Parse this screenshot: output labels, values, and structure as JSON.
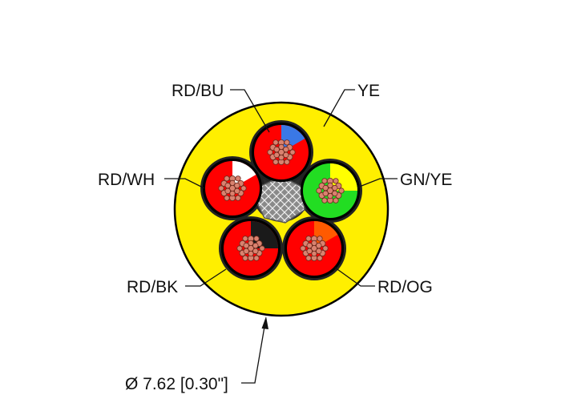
{
  "labels": {
    "jacket": "YE",
    "top_conductor": "RD/BU",
    "left_conductor": "RD/WH",
    "right_conductor": "GN/YE",
    "bottom_left_conductor": "RD/BK",
    "bottom_right_conductor": "RD/OG",
    "diameter": "Ø 7.62 [0.30\"]"
  },
  "colors": {
    "jacket": "#ffef00",
    "red": "#ff0000",
    "blue": "#3a78e6",
    "white": "#ffffff",
    "green": "#22dd22",
    "yellow": "#ffff00",
    "black": "#1a1a1a",
    "orange": "#ff5a00",
    "copper": "#d9826f",
    "filler": "#8a8a8a",
    "outline": "#000000"
  }
}
